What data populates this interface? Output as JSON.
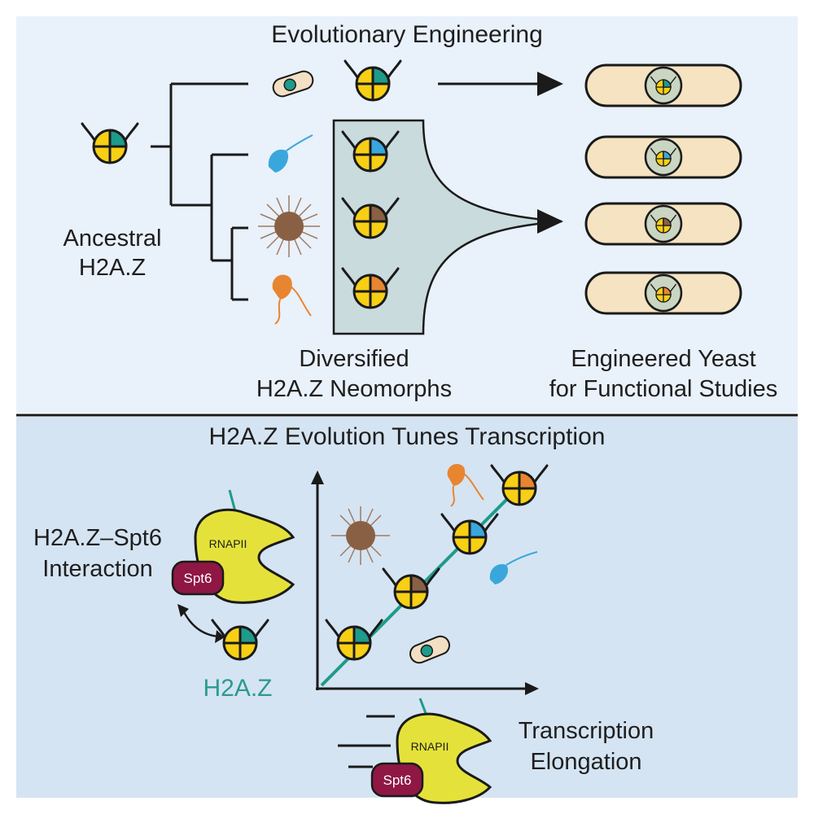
{
  "top_panel": {
    "title": "Evolutionary Engineering",
    "ancestral_label_line1": "Ancestral",
    "ancestral_label_line2": "H2A.Z",
    "neomorphs_label_line1": "Diversified",
    "neomorphs_label_line2": "H2A.Z Neomorphs",
    "yeast_label_line1": "Engineered Yeast",
    "yeast_label_line2": "for Functional Studies"
  },
  "bottom_panel": {
    "title": "H2A.Z Evolution Tunes Transcription",
    "interaction_label_line1": "H2A.Z–Spt6",
    "interaction_label_line2": "Interaction",
    "rnapii_label": "RNAPII",
    "spt6_label": "Spt6",
    "h2az_label": "H2A.Z",
    "elongation_label_line1": "Transcription",
    "elongation_label_line2": "Elongation"
  },
  "colors": {
    "top_background": "#e9f1fb",
    "bottom_background": "#d5e4f2",
    "histone_yellow": "#f7cf14",
    "ancestral_teal": "#1e9b8a",
    "variant_blue": "#3aa7dc",
    "variant_brown": "#8a6045",
    "variant_orange": "#e88530",
    "rnapii_yellow": "#e4e23a",
    "spt6_maroon": "#8f1743",
    "yeast_cell": "#f5e3c1",
    "trace_line": "#1e9b8a",
    "funnel": "#c9dbdc"
  }
}
